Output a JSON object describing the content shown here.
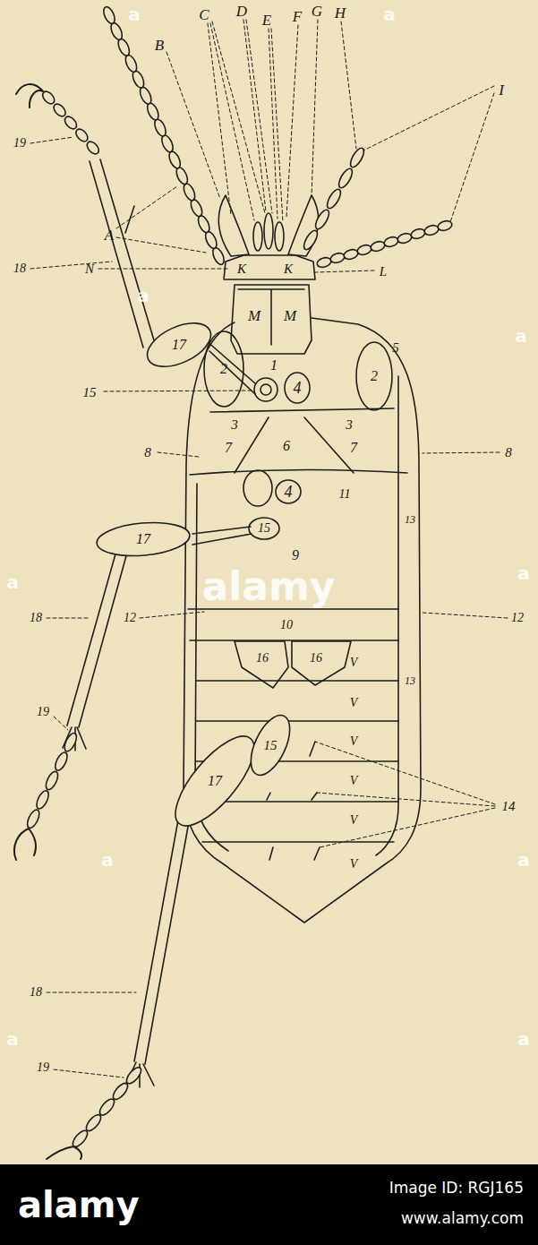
{
  "diagram": {
    "labels": [
      "A",
      "B",
      "C",
      "D",
      "E",
      "F",
      "G",
      "H",
      "I",
      "K",
      "K",
      "L",
      "N",
      "M",
      "M",
      "1",
      "2",
      "2",
      "3",
      "3",
      "4",
      "4",
      "5",
      "6",
      "7",
      "7",
      "8",
      "8",
      "9",
      "10",
      "11",
      "12",
      "12",
      "13",
      "13",
      "14",
      "15",
      "15",
      "15",
      "16",
      "16",
      "17",
      "17",
      "17",
      "18",
      "18",
      "18",
      "19",
      "19",
      "19",
      "V",
      "V",
      "V",
      "V",
      "V",
      "V",
      "alamy",
      "a",
      "a",
      "a",
      "a",
      "a",
      "a",
      "a",
      "a",
      "a",
      "a",
      "alamy",
      "Image ID: RGJ165",
      "www.alamy.com"
    ]
  }
}
